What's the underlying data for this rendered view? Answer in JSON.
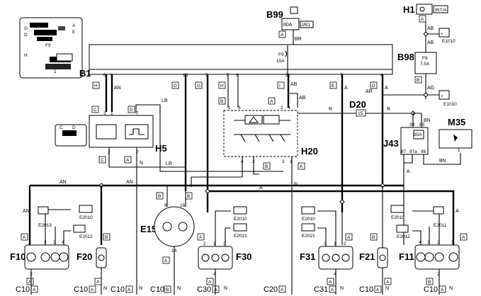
{
  "components": {
    "b1": "B1",
    "b99": "B99",
    "h1": "H1",
    "b98": "B98",
    "d20": "D20",
    "j43": "J43",
    "m35": "M35",
    "h5": "H5",
    "h20": "H20",
    "e15": "E15",
    "f10": "F10",
    "f20": "F20",
    "f30": "F30",
    "f31": "F31",
    "f21": "F21",
    "f11": "F11"
  },
  "fuses": {
    "b99_rating": "80A",
    "b99_code": "J/B1",
    "f9_name": "F9",
    "f9_rating": "10A",
    "f6_name": "F6",
    "f6_rating": "7,5A",
    "j43_rating": "30A",
    "h1_code": "INT/A"
  },
  "wires": {
    "ab": "AB",
    "br": "BR",
    "an": "AN",
    "ar": "AR",
    "ag": "AG",
    "r": "R",
    "lb": "LB",
    "lr": "LR",
    "n": "N",
    "bn": "BN",
    "a": "A"
  },
  "grounds": {
    "c10": "C10",
    "c30": "C30",
    "c20": "C20",
    "c31": "C31",
    "e1010": "E1010",
    "e2010": "E2010",
    "e2011": "E2011",
    "e2012": "E2012",
    "e2013": "E2013",
    "e2021": "E2021"
  },
  "connectors": {
    "a": "A",
    "b": "B",
    "c": "C",
    "d": "D",
    "e": "E",
    "g": "G",
    "h": "H",
    "i": "I",
    "b1_pins": [
      "6",
      "1",
      "15",
      "5",
      "7",
      "3",
      "11",
      "7",
      "4"
    ],
    "j43_pins": [
      "30",
      "87",
      "87a",
      "86",
      "85"
    ],
    "p1": "1",
    "p2": "2",
    "p3": "3",
    "p4": "4",
    "p7": "7",
    "p9": "9",
    "p14": "14",
    "p15": "15",
    "p16": "16"
  },
  "inset": {
    "label": "F9",
    "label2": "1",
    "h_letter": "H",
    "d_letter": "D",
    "e_letter": "E",
    "a_letter": "A",
    "g_letter": "G"
  }
}
